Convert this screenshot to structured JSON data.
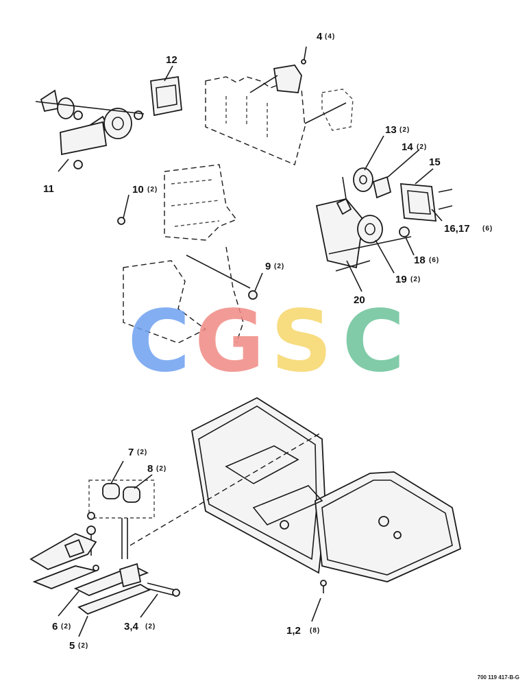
{
  "callouts": [
    {
      "id": "c4",
      "num": "4",
      "qty": "(4)"
    },
    {
      "id": "c12",
      "num": "12",
      "qty": ""
    },
    {
      "id": "c11",
      "num": "11",
      "qty": ""
    },
    {
      "id": "c13",
      "num": "13",
      "qty": "(2)"
    },
    {
      "id": "c14",
      "num": "14",
      "qty": "(2)"
    },
    {
      "id": "c15",
      "num": "15",
      "qty": ""
    },
    {
      "id": "c10",
      "num": "10",
      "qty": "(2)"
    },
    {
      "id": "c1617",
      "num": "16,17",
      "qty": "(6)"
    },
    {
      "id": "c18",
      "num": "18",
      "qty": "(6)"
    },
    {
      "id": "c9",
      "num": "9",
      "qty": "(2)"
    },
    {
      "id": "c19",
      "num": "19",
      "qty": "(2)"
    },
    {
      "id": "c20",
      "num": "20",
      "qty": ""
    },
    {
      "id": "c7",
      "num": "7",
      "qty": "(2)"
    },
    {
      "id": "c8",
      "num": "8",
      "qty": "(2)"
    },
    {
      "id": "c6",
      "num": "6",
      "qty": "(2)"
    },
    {
      "id": "c34",
      "num": "3,4",
      "qty": "(2)"
    },
    {
      "id": "c5",
      "num": "5",
      "qty": "(2)"
    },
    {
      "id": "c12b",
      "num": "1,2",
      "qty": "(8)"
    }
  ],
  "watermark": {
    "letters": [
      "C",
      "G",
      "S",
      "C"
    ],
    "colors": [
      "#6ea0f0",
      "#f08a84",
      "#f6d66a",
      "#6cc39a"
    ]
  },
  "drawing_number": "700 119 417-B-G"
}
